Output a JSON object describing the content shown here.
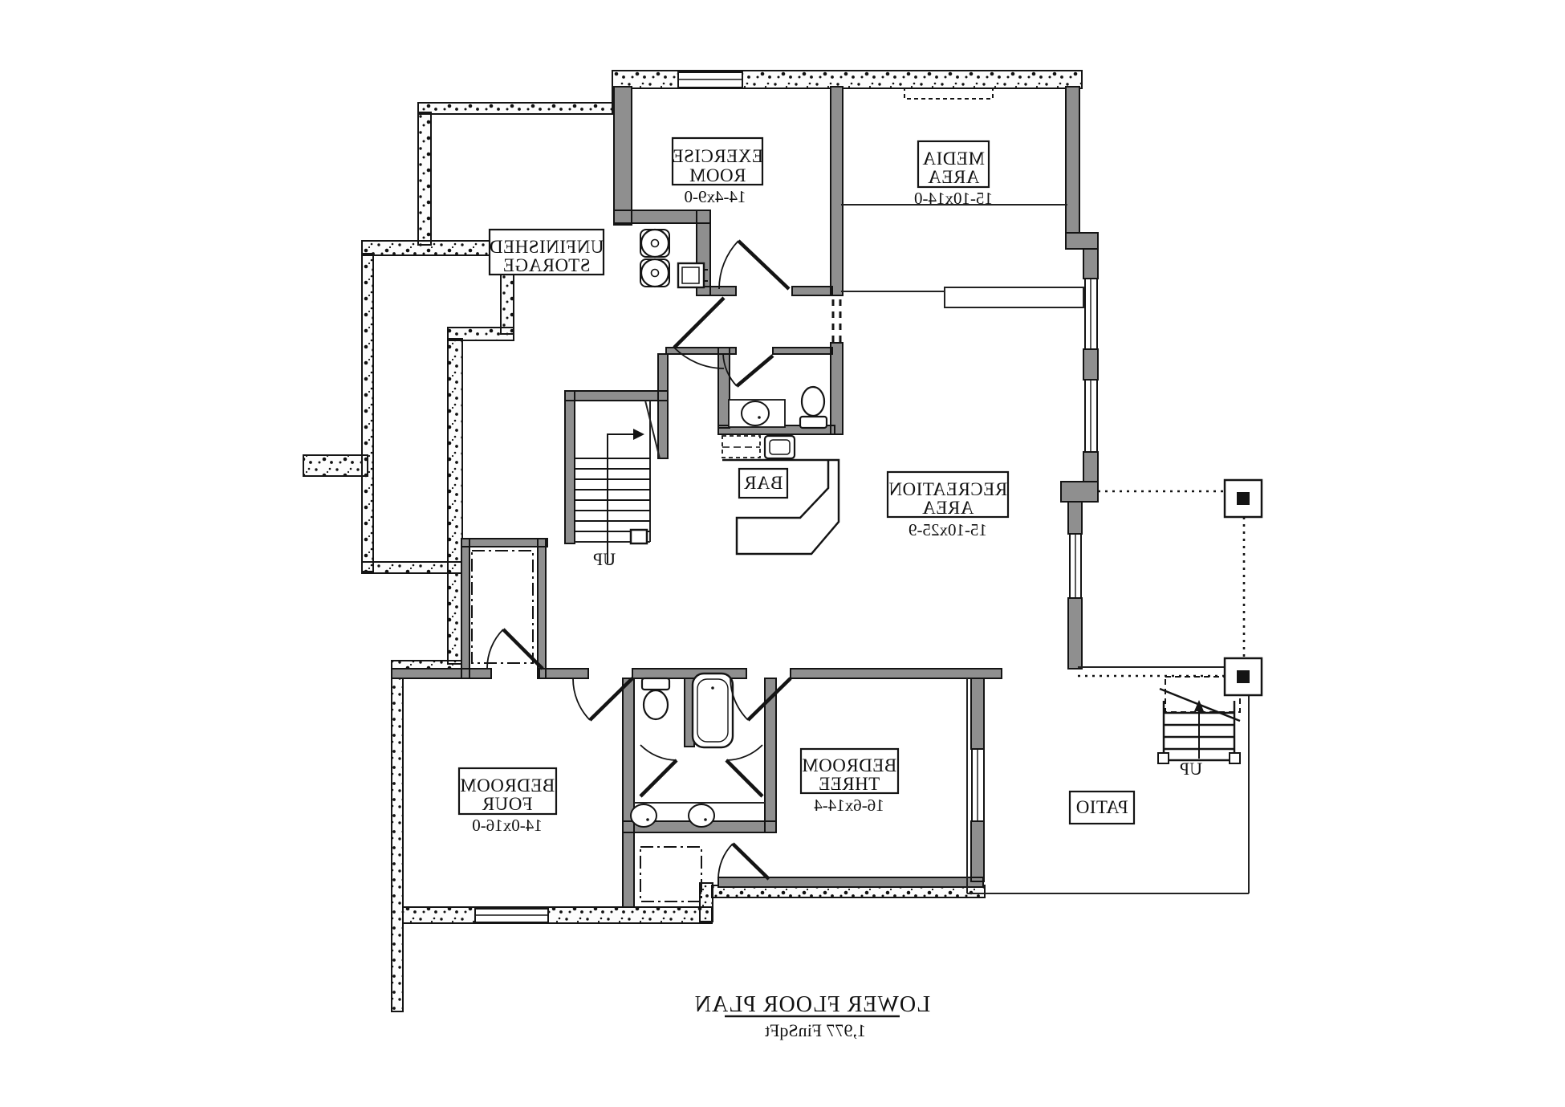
{
  "plan": {
    "title": "LOWER FLOOR PLAN",
    "subtitle": "1,977 FinSqFt",
    "rooms": {
      "exercise_room": {
        "line1": "EXERCISE",
        "line2": "ROOM",
        "dims": "14-4x9-0"
      },
      "media_area": {
        "line1": "MEDIA",
        "line2": "AREA",
        "dims": "15-10x14-0"
      },
      "unfinished_storage": {
        "line1": "UNFINISHED",
        "line2": "STORAGE"
      },
      "bar": {
        "label": "BAR"
      },
      "recreation_area": {
        "line1": "RECREATION",
        "line2": "AREA",
        "dims": "15-10x25-9"
      },
      "bedroom_four": {
        "line1": "BEDROOM",
        "line2": "FOUR",
        "dims": "14-0x16-0"
      },
      "bedroom_three": {
        "line1": "BEDROOM",
        "line2": "THREE",
        "dims": "16-6x14-4"
      },
      "patio": {
        "label": "PATIO"
      }
    },
    "stairs": {
      "interior_up": "UP",
      "exterior_up": "UP"
    },
    "colors": {
      "wall_fill": "#8f8f8f",
      "line": "#141414",
      "background": "#ffffff"
    },
    "orientation_note": "plan drawn mirrored (text reads reversed)"
  }
}
